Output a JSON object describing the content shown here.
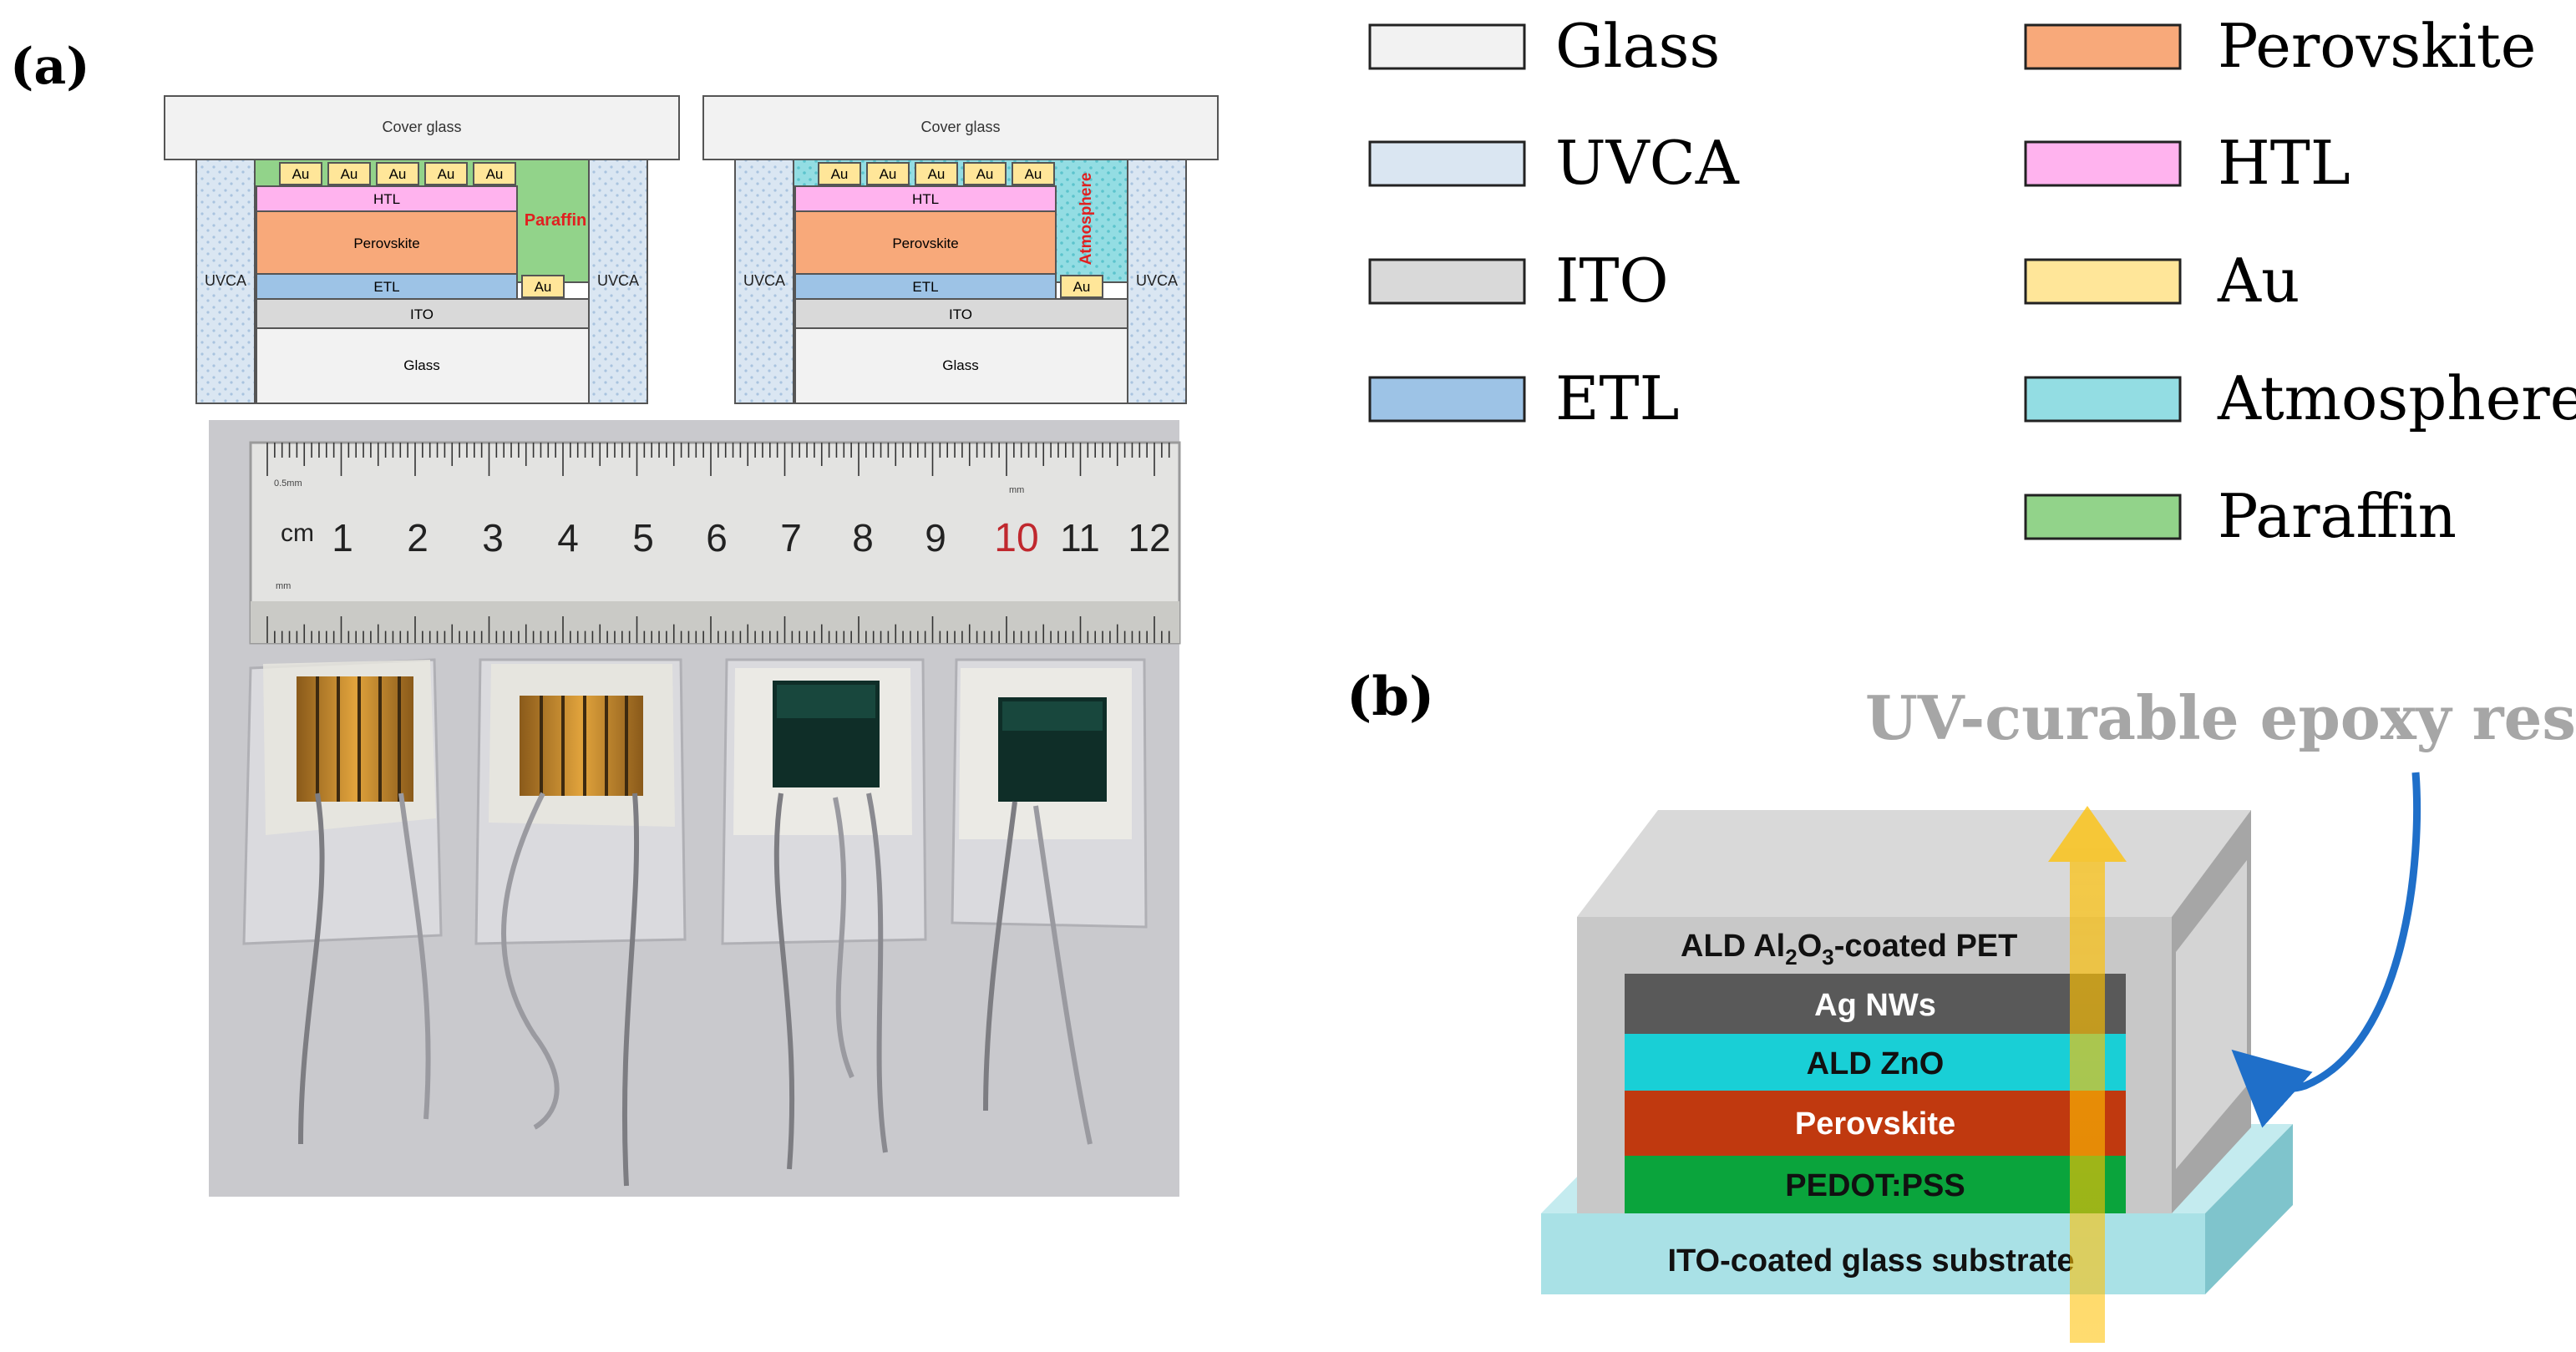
{
  "panel_a": {
    "label": "(a)",
    "left_diagram": {
      "cover": "Cover glass",
      "au": [
        "Au",
        "Au",
        "Au",
        "Au",
        "Au"
      ],
      "htl": "HTL",
      "perovskite": "Perovskite",
      "etl": "ETL",
      "au_side": "Au",
      "ito": "ITO",
      "glass": "Glass",
      "uvca_left": "UVCA",
      "uvca_right": "UVCA",
      "fill_label": "Paraffin"
    },
    "right_diagram": {
      "cover": "Cover glass",
      "au": [
        "Au",
        "Au",
        "Au",
        "Au",
        "Au"
      ],
      "htl": "HTL",
      "perovskite": "Perovskite",
      "etl": "ETL",
      "au_side": "Au",
      "ito": "ITO",
      "glass": "Glass",
      "uvca_left": "UVCA",
      "uvca_right": "UVCA",
      "fill_label": "Atmosphere"
    },
    "photo": {
      "ruler_unit": "cm",
      "ruler_numbers": [
        "1",
        "2",
        "3",
        "4",
        "5",
        "6",
        "7",
        "8",
        "9",
        "10",
        "11",
        "12"
      ],
      "ruler_small_top": "0.5mm",
      "ruler_small_mm": "mm",
      "ruler_small_mid": "mm"
    }
  },
  "legend": [
    {
      "label": "Glass",
      "color": "#f2f2f2"
    },
    {
      "label": "UVCA",
      "color": "#dae6f2"
    },
    {
      "label": "ITO",
      "color": "#d9d9d9"
    },
    {
      "label": "ETL",
      "color": "#9dc3e6"
    },
    {
      "label": "Perovskite",
      "color": "#f8a97a"
    },
    {
      "label": "HTL",
      "color": "#ffb3ee"
    },
    {
      "label": "Au",
      "color": "#ffe699"
    },
    {
      "label": "Atmosphere",
      "color": "#93dde3"
    },
    {
      "label": "Paraffin",
      "color": "#92d38a"
    }
  ],
  "panel_b": {
    "label": "(b)",
    "annotation": "UV-curable epoxy resin",
    "layers": {
      "pet_main": "ALD Al",
      "pet_sub1": "2",
      "pet_mid": "O",
      "pet_sub2": "3",
      "pet_tail": "-coated PET",
      "agnw": "Ag NWs",
      "zno": "ALD ZnO",
      "perovskite": "Perovskite",
      "pedot": "PEDOT:PSS",
      "substrate": "ITO-coated glass substrate"
    },
    "colors": {
      "agnw": "#595959",
      "zno": "#19cfd6",
      "perovskite": "#c0390f",
      "pedot": "#0aa43c",
      "substrate": "#a9e1e6",
      "encap": "#c8c8c8",
      "arrow": "#1f6fc9",
      "light": "#ffc000"
    }
  }
}
